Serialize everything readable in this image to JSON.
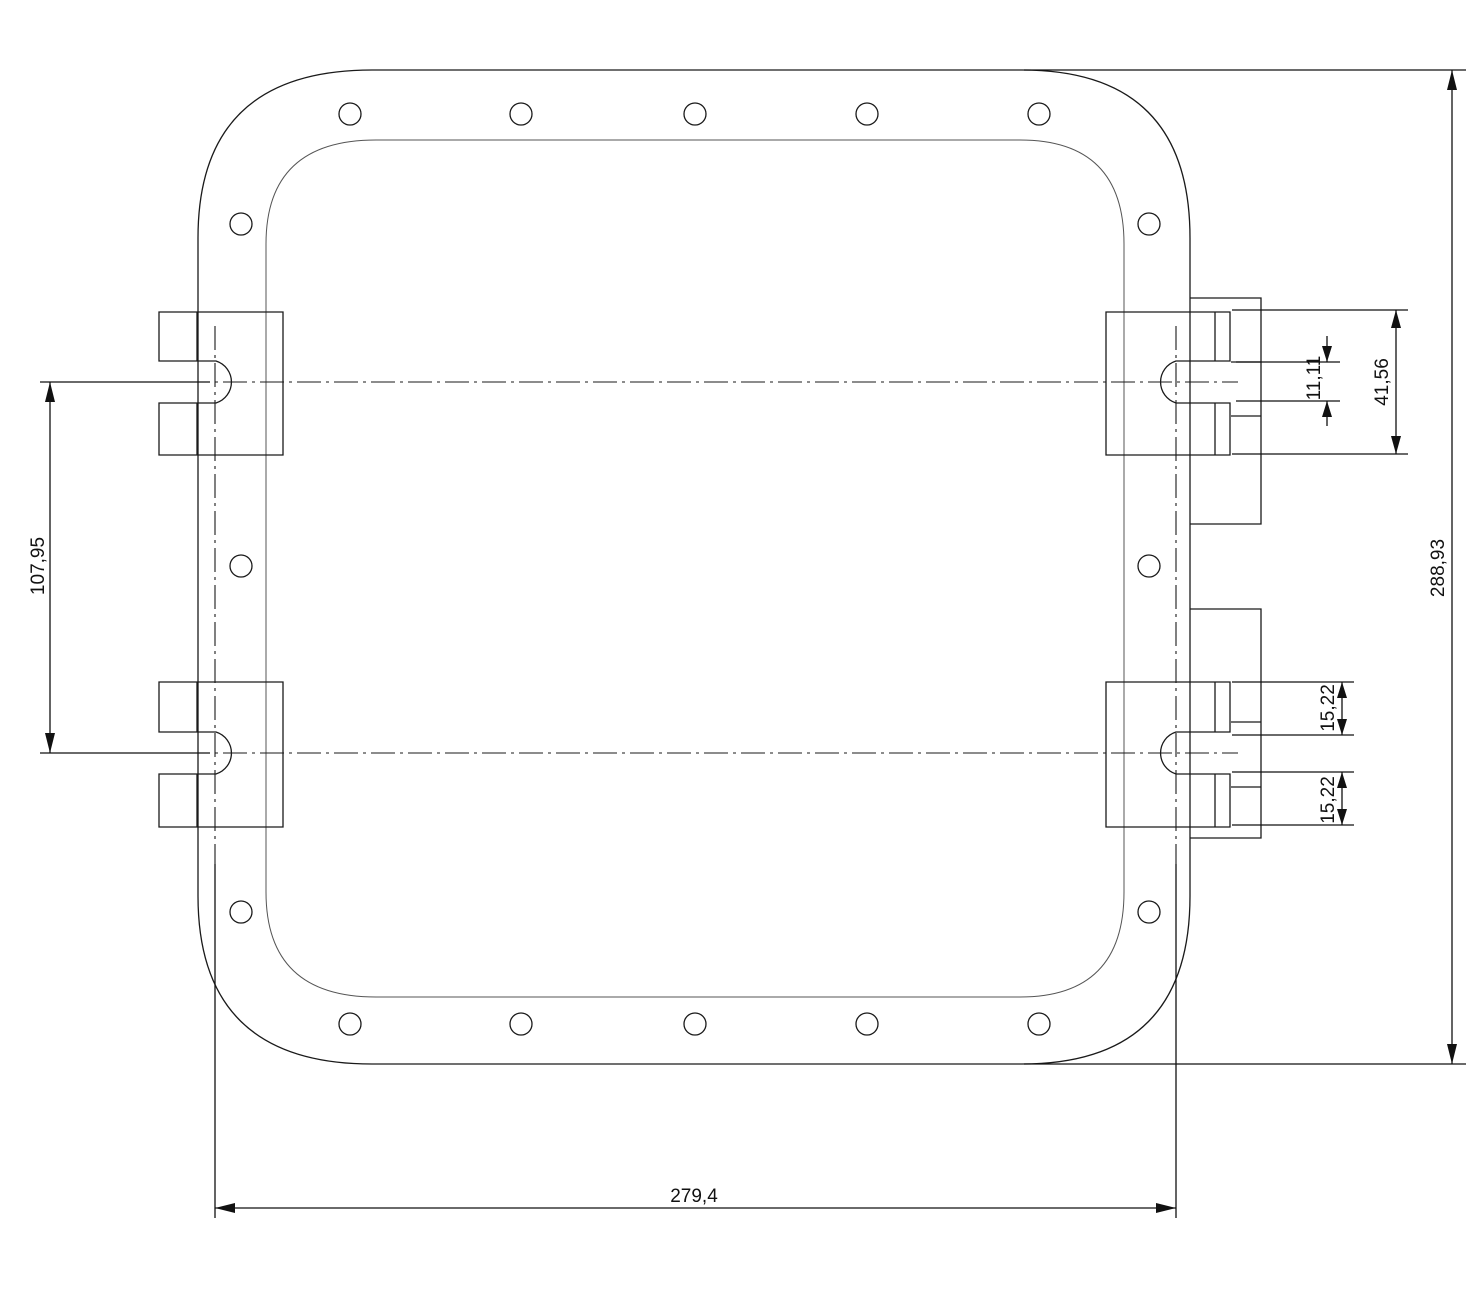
{
  "dimensions": {
    "overall_width": "279,4",
    "overall_height": "288,93",
    "clip_spacing": "107,95",
    "clip_height": "41,56",
    "slot_width": "11,11",
    "tab_upper": "15,22",
    "tab_lower": "15,22"
  }
}
